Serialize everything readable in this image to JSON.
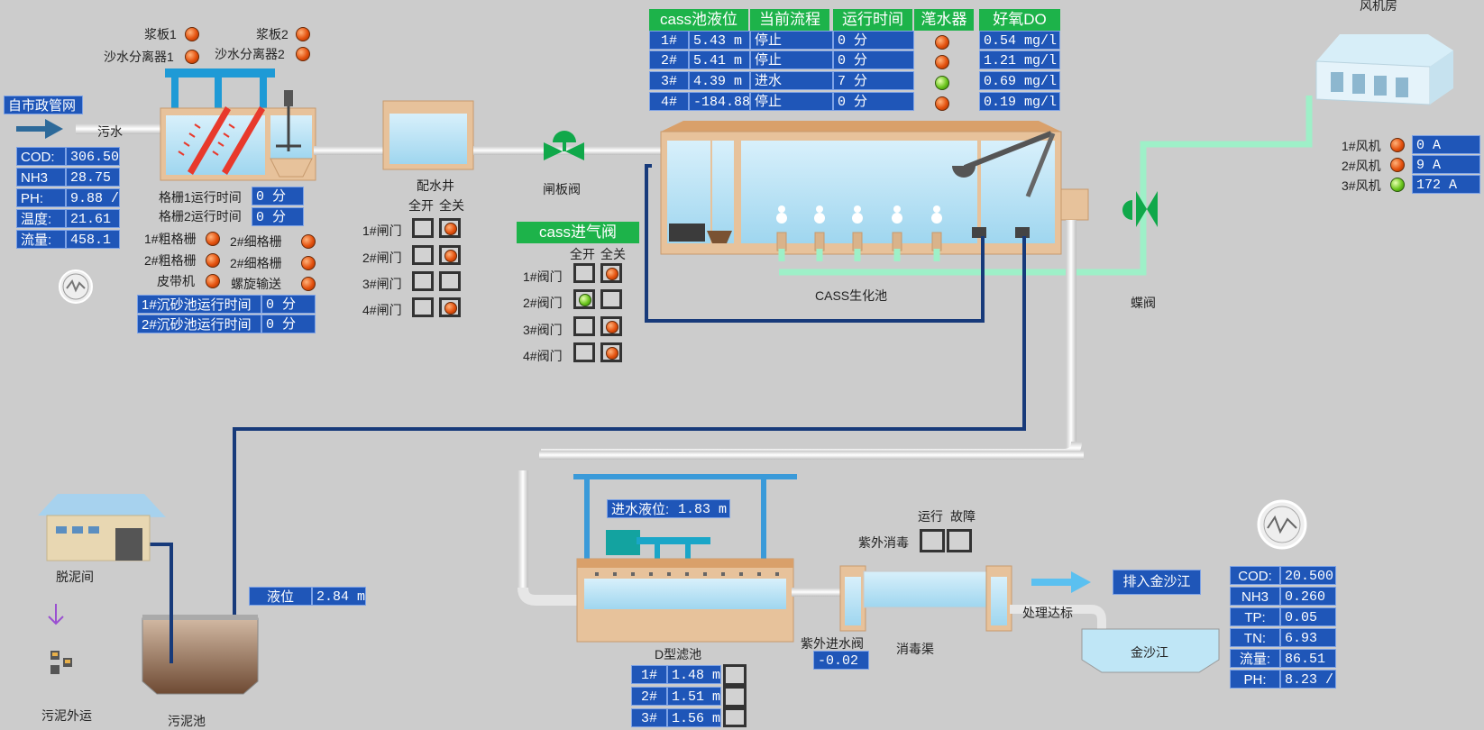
{
  "colors": {
    "background": "#cccccc",
    "value_box": "#1f56b8",
    "header_green": "#1db34a",
    "pipe_dark": "#173a7a",
    "pipe_air": "#9ef0c8",
    "led_red": "#e4520f",
    "led_green": "#6cc61e"
  },
  "inflow": {
    "source_label": "自市政管网",
    "pipe_label": "污水",
    "readings": [
      {
        "label": "COD:",
        "value": "306.50"
      },
      {
        "label": "NH3",
        "value": "28.75"
      },
      {
        "label": "PH:",
        "value": "9.88 /"
      },
      {
        "label": "温度:",
        "value": "21.61"
      },
      {
        "label": "流量:",
        "value": "458.1"
      }
    ]
  },
  "grid": {
    "paddle1": "浆板1",
    "paddle2": "浆板2",
    "sand1": "沙水分离器1",
    "sand2": "沙水分离器2",
    "time1_label": "格栅1运行时间",
    "time1_value": "0 分",
    "time2_label": "格栅2运行时间",
    "time2_value": "0 分",
    "coarse1": "1#粗格栅",
    "coarse2": "2#粗格栅",
    "fine1": "2#细格栅",
    "fine2": "2#细格栅",
    "belt": "皮带机",
    "screw": "螺旋输送",
    "sed1_label": "1#沉砂池运行时间",
    "sed1_value": "0 分",
    "sed2_label": "2#沉砂池运行时间",
    "sed2_value": "0 分"
  },
  "distribution": {
    "title": "配水井",
    "open": "全开",
    "close": "全关",
    "gates": [
      "1#闸门",
      "2#闸门",
      "3#闸门",
      "4#闸门"
    ]
  },
  "gate_valve": "闸板阀",
  "air_valve": {
    "title": "cass进气阀",
    "open": "全开",
    "close": "全关",
    "valves": [
      "1#阀门",
      "2#阀门",
      "3#阀门",
      "4#阀门"
    ]
  },
  "cass": {
    "title": "CASS生化池",
    "headers": {
      "level": "cass池液位",
      "process": "当前流程",
      "runtime": "运行时间",
      "decanter": "滗水器",
      "do": "好氧DO"
    },
    "rows": [
      {
        "id": "1#",
        "level": "5.43 m",
        "process": "停止",
        "runtime": "0 分",
        "do": "0.54 mg/l"
      },
      {
        "id": "2#",
        "level": "5.41 m",
        "process": "停止",
        "runtime": "0 分",
        "do": "1.21 mg/l"
      },
      {
        "id": "3#",
        "level": "4.39 m",
        "process": "进水",
        "runtime": "7 分",
        "do": "0.69 mg/l"
      },
      {
        "id": "4#",
        "level": "-184.88",
        "process": "停止",
        "runtime": "0 分",
        "do": "0.19 mg/l"
      }
    ]
  },
  "blower": {
    "title": "风机房",
    "items": [
      {
        "label": "1#风机",
        "value": "0 A"
      },
      {
        "label": "2#风机",
        "value": "9 A"
      },
      {
        "label": "3#风机",
        "value": "172 A"
      }
    ],
    "valve_label": "蝶阀"
  },
  "sludge": {
    "dewater": "脱泥间",
    "transport": "污泥外运",
    "tank": "污泥池",
    "level_label": "液位",
    "level_value": "2.84 m"
  },
  "filter": {
    "title": "D型滤池",
    "level_label": "进水液位:",
    "level_value": "1.83 m",
    "rows": [
      {
        "id": "1#",
        "value": "1.48 m"
      },
      {
        "id": "2#",
        "value": "1.51 m"
      },
      {
        "id": "3#",
        "value": "1.56 m"
      }
    ]
  },
  "uv": {
    "run": "运行",
    "fault": "故障",
    "label": "紫外消毒",
    "valve_label": "紫外进水阀",
    "valve_value": "-0.02",
    "channel": "消毒渠"
  },
  "outflow": {
    "discharge": "排入金沙江",
    "standard": "处理达标",
    "river": "金沙江",
    "readings": [
      {
        "label": "COD:",
        "value": "20.500"
      },
      {
        "label": "NH3",
        "value": "0.260"
      },
      {
        "label": "TP:",
        "value": "0.05"
      },
      {
        "label": "TN:",
        "value": "6.93"
      },
      {
        "label": "流量:",
        "value": "86.51"
      },
      {
        "label": "PH:",
        "value": "8.23 /"
      }
    ]
  }
}
